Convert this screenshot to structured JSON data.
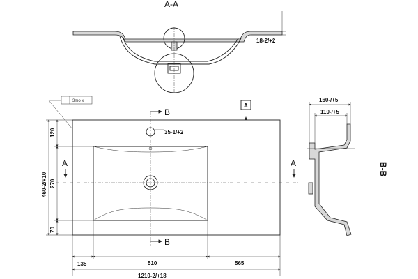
{
  "section_labels": {
    "aa_title": "A-A",
    "bb_title": "B-B",
    "a_left": "A",
    "a_right": "A",
    "a_box": "A",
    "b_top": "B",
    "b_bottom": "B"
  },
  "note_tag": "3mo x",
  "dimensions": {
    "overflow_top": "18-2/+2",
    "hole": "35-1/+2",
    "height_120": "120",
    "height_270": "270",
    "height_70": "70",
    "total_height": "460-2/+10",
    "width_135": "135",
    "width_510": "510",
    "width_565": "565",
    "total_width": "1210-2/+18",
    "depth_160": "160-/+5",
    "depth_110": "110-/+5"
  }
}
